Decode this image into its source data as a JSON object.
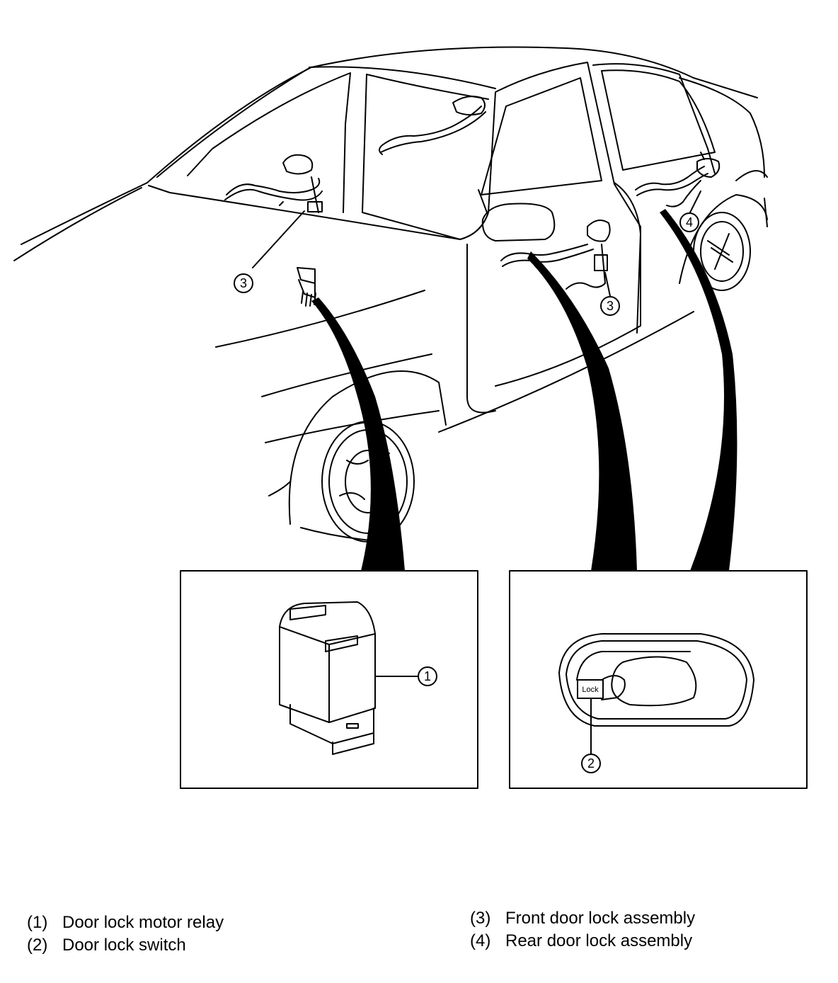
{
  "callouts": {
    "c1": "1",
    "c2": "2",
    "c3_rear": "3",
    "c3_front": "3",
    "c4": "4"
  },
  "switch_label": "Lock",
  "legend": [
    {
      "num": "(1)",
      "text": "Door lock motor relay"
    },
    {
      "num": "(2)",
      "text": "Door lock switch"
    },
    {
      "num": "(3)",
      "text": "Front door lock assembly"
    },
    {
      "num": "(4)",
      "text": "Rear door lock assembly"
    }
  ]
}
